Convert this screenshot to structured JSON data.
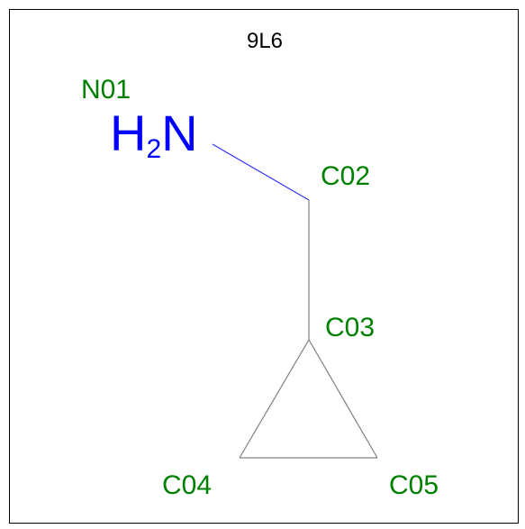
{
  "title": "9L6",
  "colors": {
    "border": "#000000",
    "bond": "#808080",
    "bond_nitrogen": "#3333ff",
    "atom_label": "#008000",
    "nitrogen_symbol": "#0000ff",
    "title": "#000000"
  },
  "atoms": [
    {
      "id": "N01",
      "label": "N01",
      "element": "N",
      "symbol": "H",
      "subscript": "2",
      "symbol_tail": "N"
    },
    {
      "id": "C02",
      "label": "C02",
      "element": "C"
    },
    {
      "id": "C03",
      "label": "C03",
      "element": "C"
    },
    {
      "id": "C04",
      "label": "C04",
      "element": "C"
    },
    {
      "id": "C05",
      "label": "C05",
      "element": "C"
    }
  ],
  "bonds": [
    {
      "from": "N01",
      "to": "C02",
      "order": 1
    },
    {
      "from": "C02",
      "to": "C03",
      "order": 1
    },
    {
      "from": "C03",
      "to": "C04",
      "order": 1
    },
    {
      "from": "C04",
      "to": "C05",
      "order": 1
    },
    {
      "from": "C05",
      "to": "C03",
      "order": 1
    }
  ]
}
